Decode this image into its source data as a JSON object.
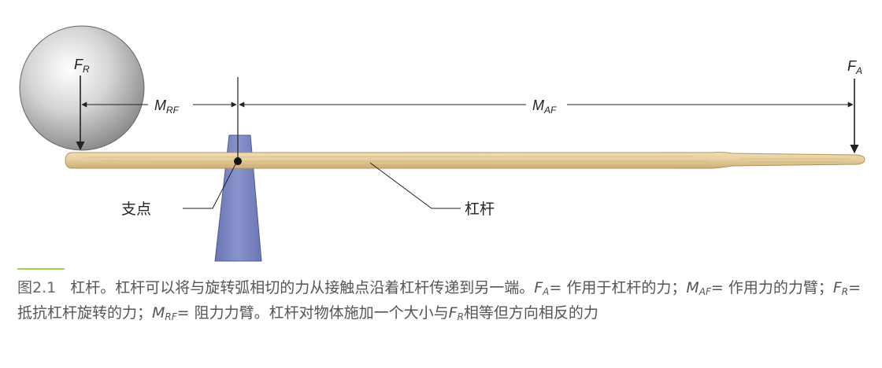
{
  "labels": {
    "fr": "F",
    "fr_sub": "R",
    "fa": "F",
    "fa_sub": "A",
    "mrf": "M",
    "mrf_sub": "RF",
    "maf": "M",
    "maf_sub": "AF",
    "fulcrum": "支点",
    "lever": "杠杆"
  },
  "caption": {
    "figure_number": "图2.1",
    "t1": "杠杆。杠杆可以将与旋转弧相切的力从接触点沿着杠杆传递到另一端。",
    "fa": "F",
    "fa_sub": "A",
    "t2": "= 作用于杠杆的力；",
    "maf": "M",
    "maf_sub": "AF",
    "t3": "= 作用力的力臂；",
    "fr": "F",
    "fr_sub": "R",
    "t4": "= 抵抗杠杆旋转的力；",
    "mrf": "M",
    "mrf_sub": "RF",
    "t5": "= 阻力力臂。杠杆对物体施加一个大小与",
    "fr2": "F",
    "fr2_sub": "R",
    "t6": "相等但方向相反的力"
  },
  "colors": {
    "lever_wood": "#e6cfa0",
    "fulcrum_blue": "#7b86bf",
    "ball_gray": "#c8c8c8",
    "caption_rule": "#9ccf52"
  }
}
